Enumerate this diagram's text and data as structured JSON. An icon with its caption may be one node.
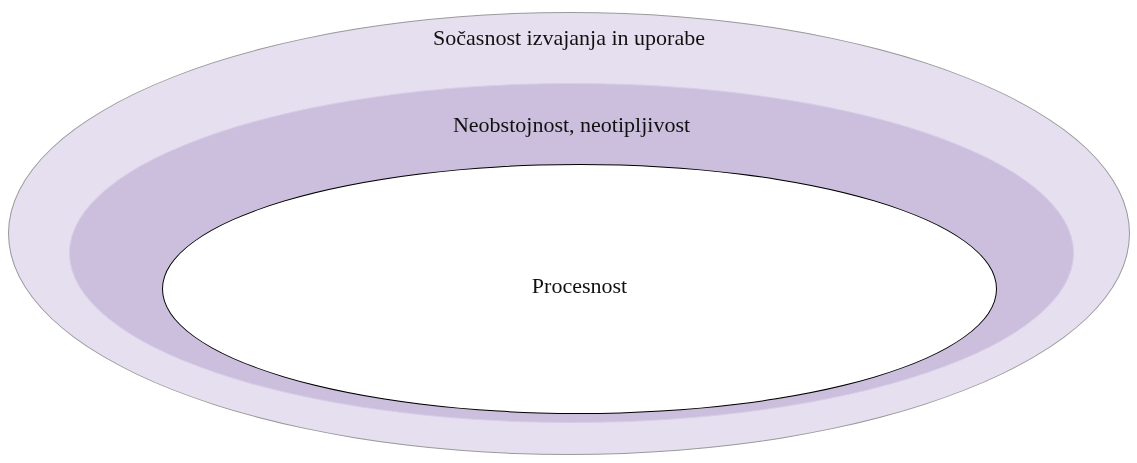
{
  "diagram": {
    "nodes": [
      {
        "text": [
          "Sočasnost izvajanja in uporabe"
        ]
      },
      {
        "text": [
          "Neobstojnost, neotipljivost"
        ],
        "in": 0
      },
      {
        "text": [
          "Procesnost"
        ],
        "in": 1
      }
    ]
  }
}
